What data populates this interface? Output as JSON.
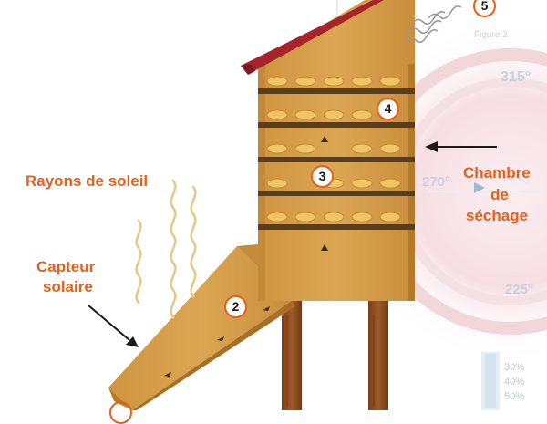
{
  "labels": {
    "sun_rays": "Rayons de soleil",
    "collector_line1": "Capteur",
    "collector_line2": "solaire",
    "chamber_line1": "Chambre",
    "chamber_line2": "de",
    "chamber_line3": "séchage"
  },
  "markers": [
    "2",
    "3",
    "4",
    "5"
  ],
  "background": {
    "figure_caption": "Figure 2",
    "angles": [
      "315°",
      "270°",
      "225°"
    ],
    "percentages": [
      "30%",
      "40%",
      "50%"
    ]
  },
  "colors": {
    "label_accent": "#e4601c",
    "wood": "#d9a04a",
    "wood_dark": "#b67a2a",
    "roof": "#a8242b",
    "legs": "#8a4c22",
    "trays": "#5a3d1e",
    "produce": "#f2c46a"
  }
}
